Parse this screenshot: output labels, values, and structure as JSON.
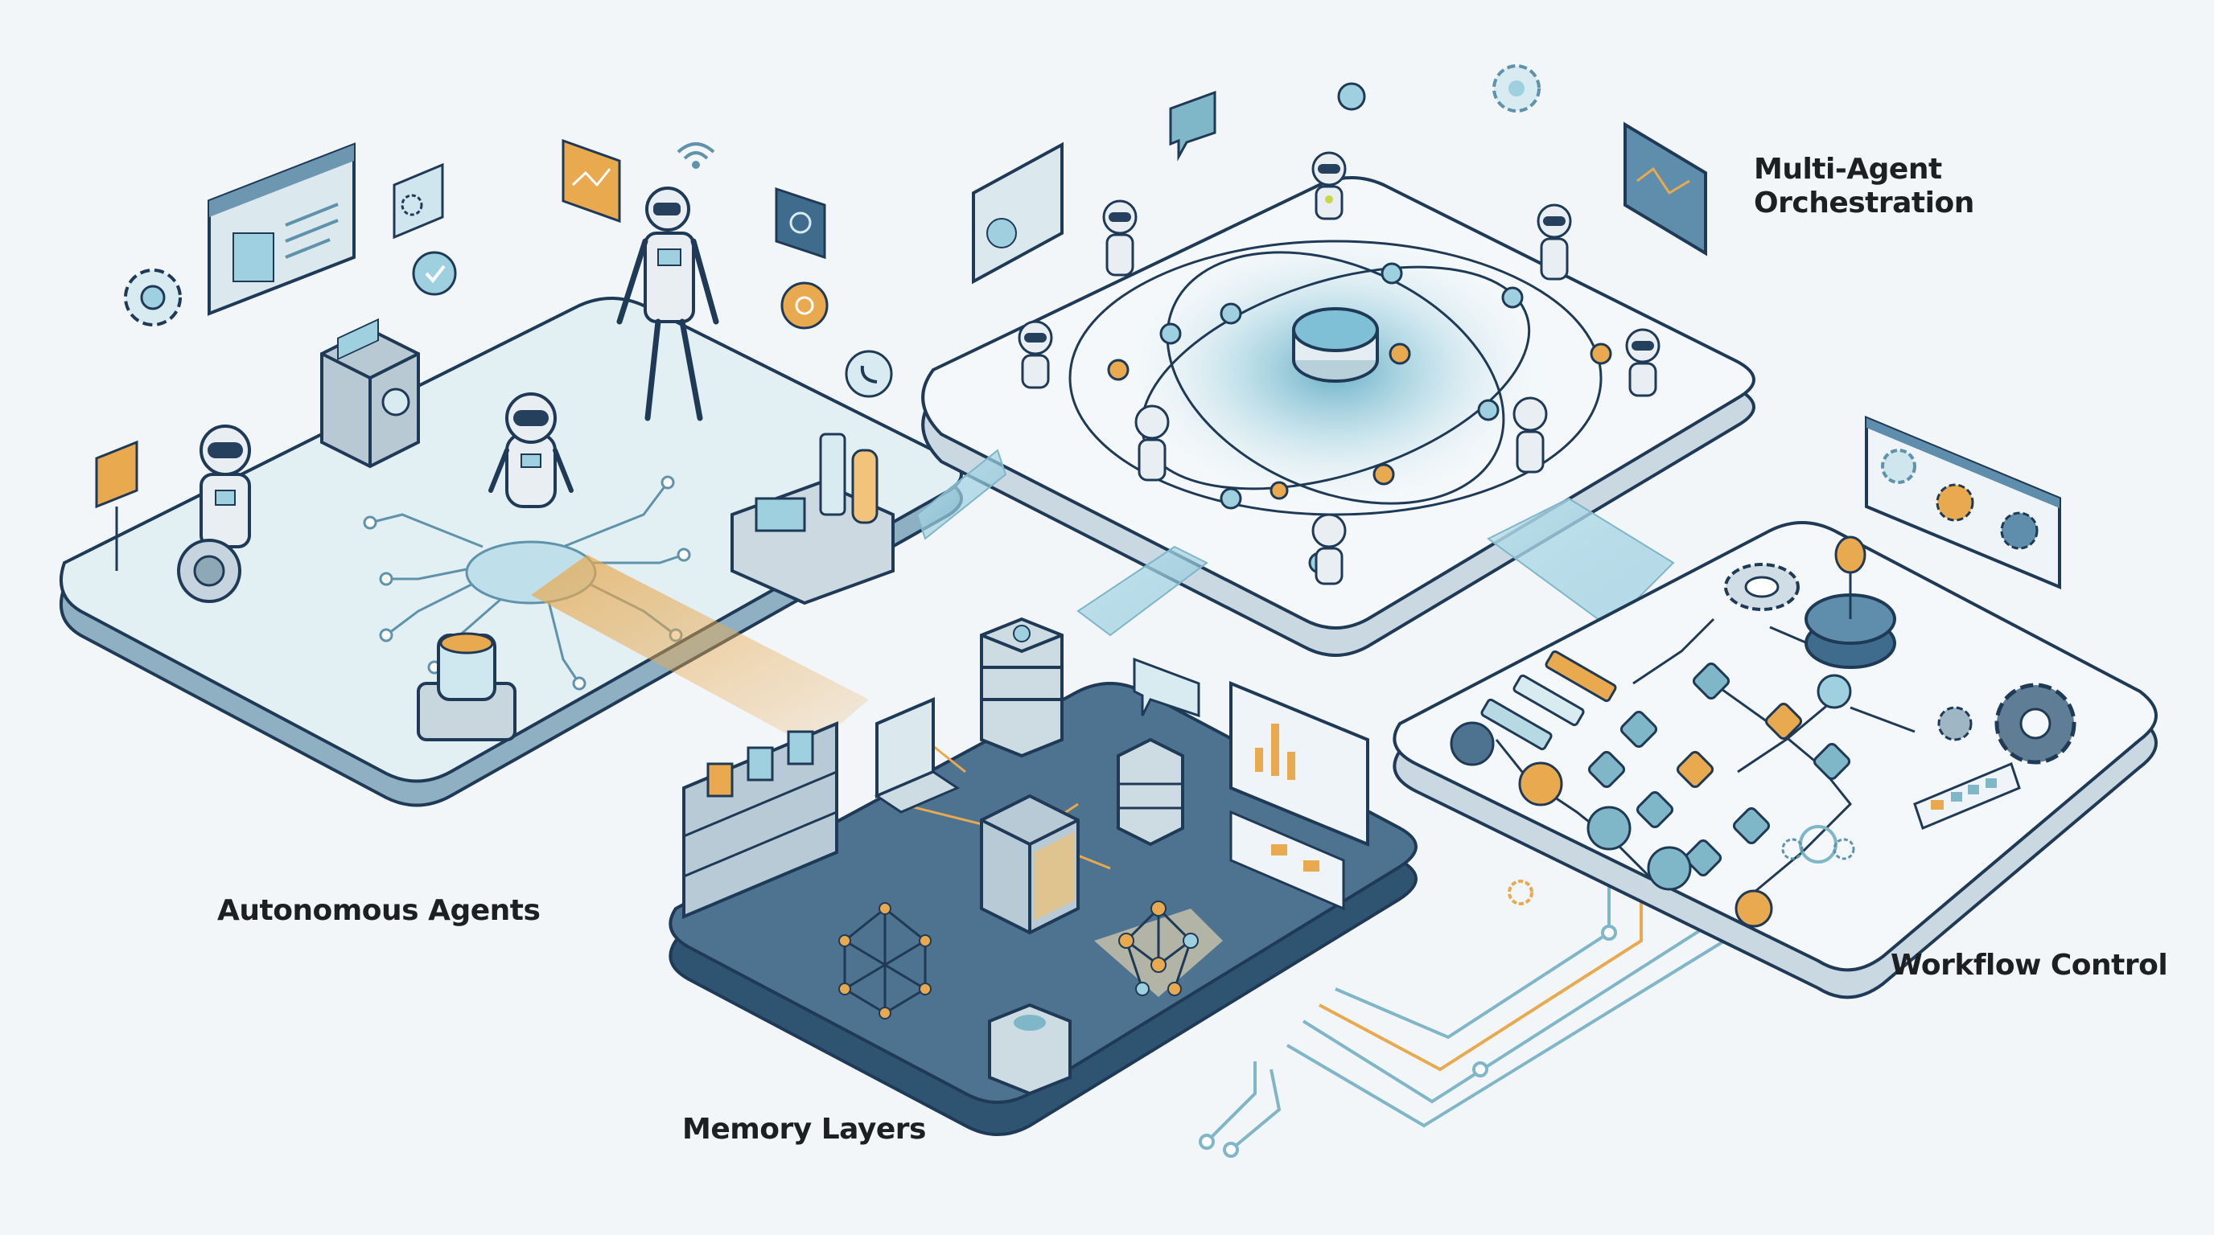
{
  "diagram": {
    "title": "AI Agent System Architecture",
    "theme": {
      "background": "#f2f6f9",
      "stroke": "#1f3a56",
      "teal": "#7fb6c8",
      "light_teal": "#d7ebf1",
      "accent_orange": "#e9a94e",
      "memory_platform": "#4d7391",
      "platform_top": "#eef4f7",
      "label_text": "#1d1f22"
    },
    "modules": [
      {
        "id": "autonomous-agents",
        "label": "Autonomous Agents",
        "icons": [
          "robot-icon",
          "humanoid-robot-icon",
          "wheeled-robot-icon",
          "server-icon",
          "gear-icon",
          "check-icon",
          "chart-icon",
          "wifi-icon",
          "refresh-icon",
          "phone-icon",
          "browser-window-icon",
          "lab-equipment-icon",
          "cylinder-core-icon"
        ]
      },
      {
        "id": "multi-agent-orchestration",
        "label": "Multi-Agent Orchestration",
        "icons": [
          "robot-icon",
          "orbit-network-icon",
          "chat-bubble-icon",
          "gear-icon",
          "chart-panel-icon",
          "browser-window-icon",
          "central-hub-icon"
        ]
      },
      {
        "id": "memory-layers",
        "label": "Memory Layers",
        "icons": [
          "bookshelf-icon",
          "server-stack-icon",
          "monitor-icon",
          "data-cube-icon",
          "graph-network-icon",
          "bar-chart-icon",
          "chat-bubble-icon",
          "timeline-icon"
        ]
      },
      {
        "id": "workflow-control",
        "label": "Workflow Control",
        "icons": [
          "gear-icon",
          "flowchart-node-icon",
          "control-knob-icon",
          "pipeline-panel-icon",
          "status-bar-icon",
          "cog-cluster-icon"
        ]
      }
    ],
    "connections": [
      {
        "from": "autonomous-agents",
        "to": "multi-agent-orchestration",
        "style": "glass-bridge"
      },
      {
        "from": "autonomous-agents",
        "to": "memory-layers",
        "style": "orange-beam"
      },
      {
        "from": "multi-agent-orchestration",
        "to": "memory-layers",
        "style": "glass-bridge"
      },
      {
        "from": "multi-agent-orchestration",
        "to": "workflow-control",
        "style": "glass-bridge"
      },
      {
        "from": "memory-layers",
        "to": "workflow-control",
        "style": "circuit-traces"
      }
    ]
  }
}
